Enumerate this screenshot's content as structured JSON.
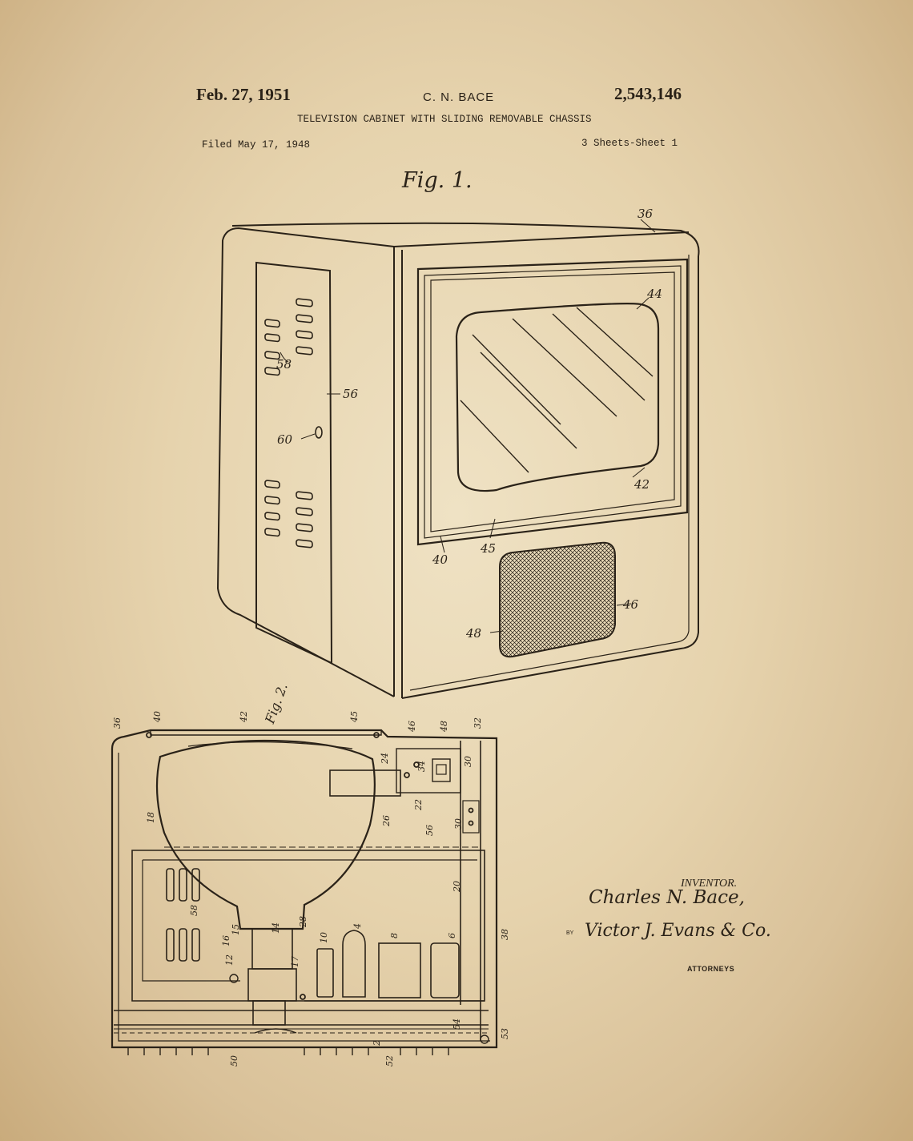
{
  "header": {
    "date": "Feb. 27, 1951",
    "inventor_name": "C. N. BACE",
    "patent_number": "2,543,146",
    "title": "TELEVISION CABINET WITH SLIDING REMOVABLE CHASSIS",
    "filed": "Filed May 17, 1948",
    "sheets": "3 Sheets-Sheet 1"
  },
  "figures": {
    "fig1_label": "Fig. 1.",
    "fig2_label": "Fig. 2.",
    "fig1_refs": {
      "r36": "36",
      "r44": "44",
      "r58": "58",
      "r56": "56",
      "r60": "60",
      "r42": "42",
      "r40": "40",
      "r45": "45",
      "r46": "46",
      "r48": "48"
    },
    "fig2_refs": {
      "r36": "36",
      "r40": "40",
      "r42": "42",
      "r45": "45",
      "r46": "46",
      "r48": "48",
      "r32": "32",
      "r34": "34",
      "r30a": "30",
      "r24": "24",
      "r26": "26",
      "r22": "22",
      "r30b": "30",
      "r18": "18",
      "r56": "56",
      "r20": "20",
      "r58": "58",
      "r14": "14",
      "r28": "28",
      "r16": "16",
      "r15": "15",
      "r12": "12",
      "r17": "17",
      "r10": "10",
      "r4": "4",
      "r8": "8",
      "r6": "6",
      "r38": "38",
      "r54": "54",
      "r53": "53",
      "r2": "2",
      "r50": "50",
      "r52": "52"
    }
  },
  "signature": {
    "inventor_label": "INVENTOR.",
    "inventor_signature": "Charles N. Bace,",
    "by": "BY",
    "attorney_signature": "Victor J. Evans & Co.",
    "attorneys_label": "ATTORNEYS"
  },
  "colors": {
    "paper": "#e6d3ad",
    "ink": "#2a2218"
  }
}
